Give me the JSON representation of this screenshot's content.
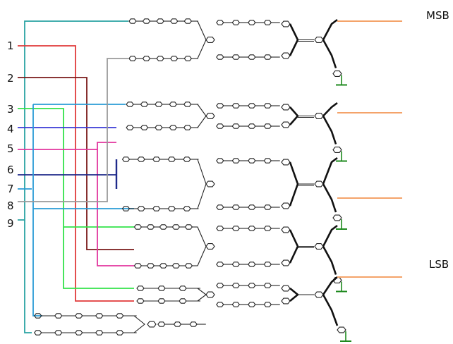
{
  "input_labels": [
    "1",
    "2",
    "3",
    "4",
    "5",
    "6",
    "7",
    "8",
    "9"
  ],
  "output_labels": {
    "msb": "MSB",
    "lsb": "LSB"
  },
  "colors": {
    "wire_1": "#e03a3a",
    "wire_2": "#7a1a1a",
    "wire_3": "#33e24a",
    "wire_4": "#3a3ad6",
    "wire_5": "#e2369e",
    "wire_6": "#1e2a8a",
    "wire_7": "#2a9bd6",
    "wire_8": "#9a9a9a",
    "wire_9": "#2aa3a3",
    "output": "#f4a36a",
    "ground": "#1e8a1e",
    "molecule": "#222222"
  }
}
